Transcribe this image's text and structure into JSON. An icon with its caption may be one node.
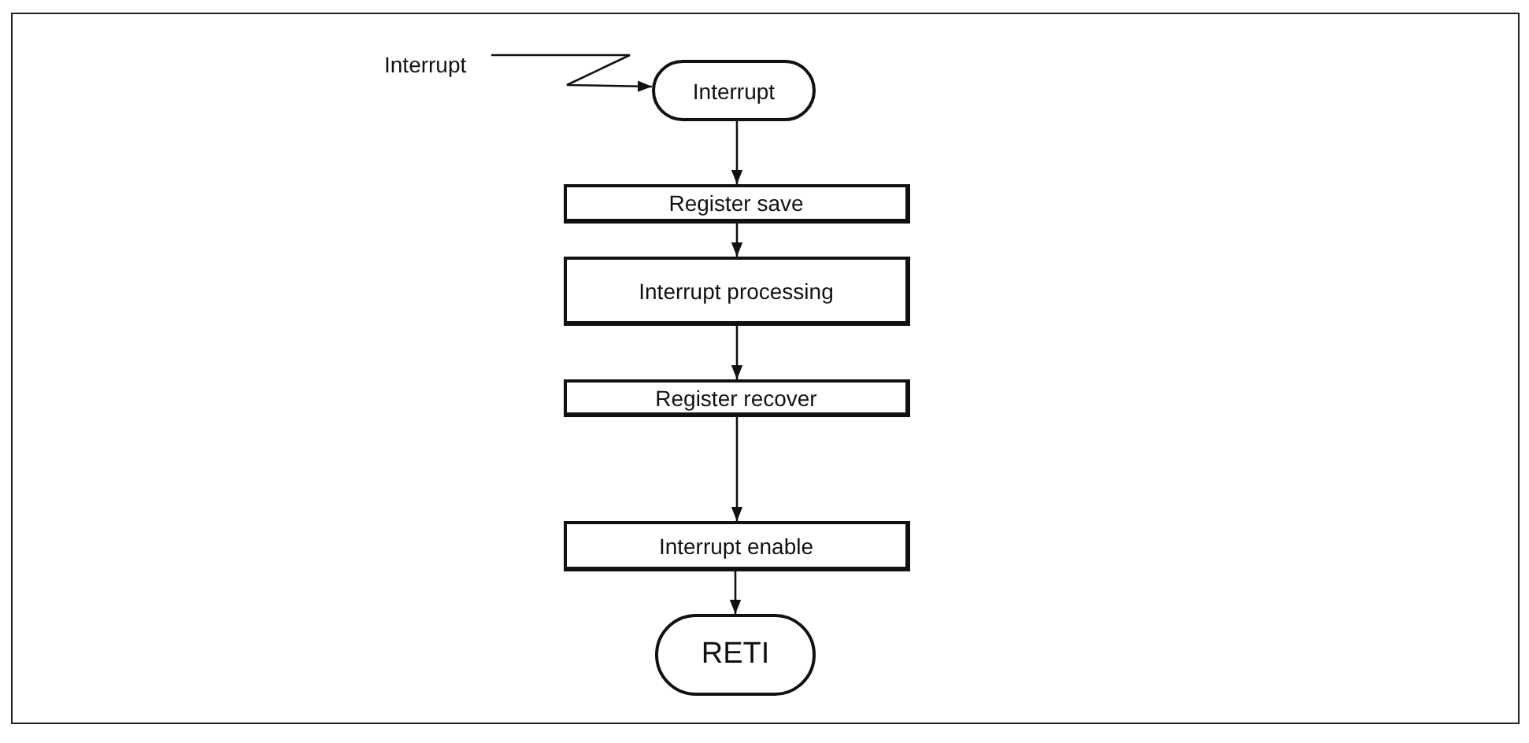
{
  "diagram": {
    "nodes": [
      {
        "text": [
          "Interrupt"
        ]
      },
      {
        "text": [
          "Interrupt"
        ]
      },
      {
        "text": [
          "Register save"
        ]
      },
      {
        "text": [
          "Interrupt processing"
        ]
      },
      {
        "text": [
          "Register recover"
        ]
      },
      {
        "text": [
          "Interrupt enable"
        ]
      },
      {
        "text": [
          "RETI"
        ]
      }
    ],
    "edges": [
      {
        "from": 0,
        "to": 1,
        "arrow": "to"
      },
      {
        "from": 1,
        "to": 2,
        "arrow": "to"
      },
      {
        "from": 2,
        "to": 3,
        "arrow": "to"
      },
      {
        "from": 3,
        "to": 4,
        "arrow": "to"
      },
      {
        "from": 4,
        "to": 5,
        "arrow": "to"
      },
      {
        "from": 5,
        "to": 6,
        "arrow": "to"
      }
    ]
  }
}
